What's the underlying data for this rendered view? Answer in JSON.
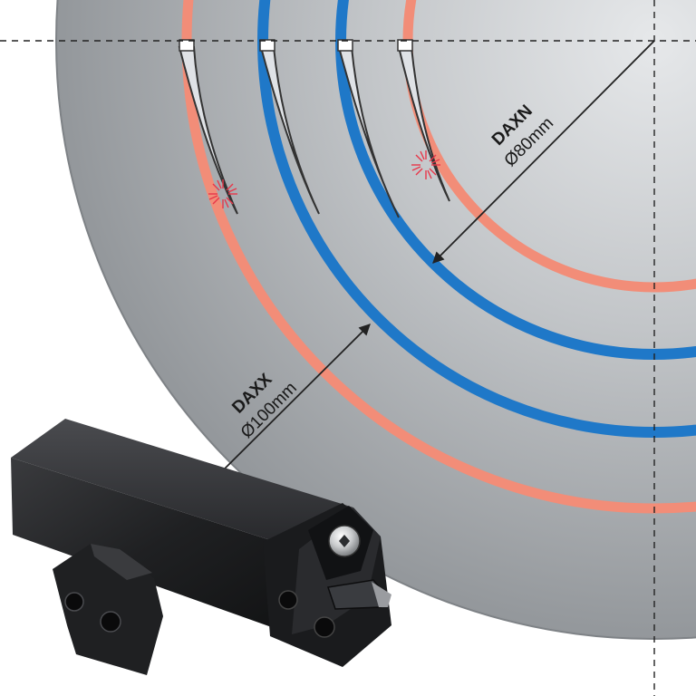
{
  "labels": {
    "daxn": {
      "name": "DAXN",
      "diameter": "Ø80mm"
    },
    "daxx": {
      "name": "DAXX",
      "diameter": "Ø100mm"
    }
  },
  "colors": {
    "disc_light": "#d4d6d8",
    "disc_dark": "#8e9296",
    "groove_salmon": "#f28d78",
    "groove_blue": "#1f78c8",
    "tool_body": "#1d1e20",
    "sparks": "#e8374a",
    "guide_lines": "#222222"
  },
  "icons": {
    "spark": "spark-burst-icon",
    "screw": "torx-screw-icon"
  }
}
